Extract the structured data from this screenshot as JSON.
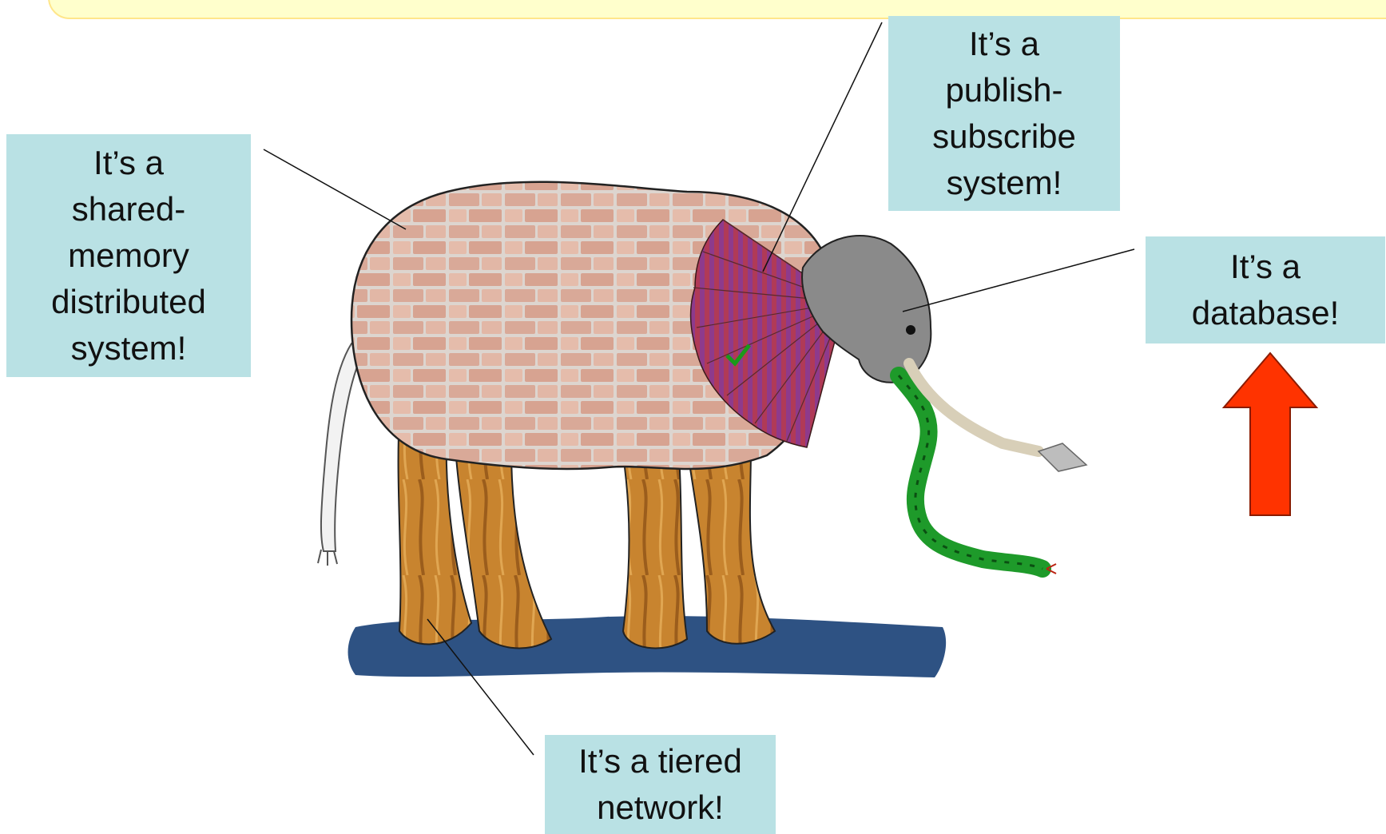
{
  "callouts": {
    "shared_memory": "It’s a\nshared-\nmemory\ndistributed\nsystem!",
    "publish_subscribe": "It’s a\npublish-\nsubscribe\nsystem!",
    "database": "It’s a\ndatabase!",
    "tiered_network": "It’s a tiered\nnetwork!"
  },
  "colors": {
    "callout_fill": "#b9e1e4",
    "arrow_fill": "#ff3300",
    "banner_fill": "#ffffcc",
    "ground": "#2e5283"
  }
}
